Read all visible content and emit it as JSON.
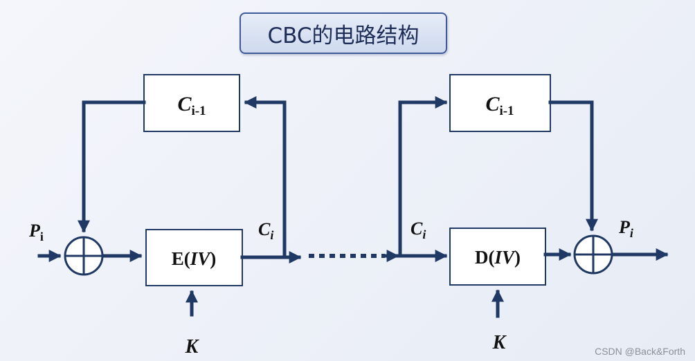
{
  "title": "CBC的电路结构",
  "encrypt": {
    "register": {
      "main": "C",
      "sub": "i-1"
    },
    "cipher": {
      "prefix": "E(",
      "iv": "IV",
      "suffix": ")"
    },
    "input": {
      "main": "P",
      "sub": "i"
    },
    "output": {
      "main": "C",
      "sub": "i"
    },
    "key": "K"
  },
  "decrypt": {
    "register": {
      "main": "C",
      "sub": "i-1"
    },
    "cipher": {
      "prefix": "D(",
      "iv": "IV",
      "suffix": ")"
    },
    "input": {
      "main": "C",
      "sub": "i"
    },
    "output": {
      "main": "P",
      "sub": "i"
    },
    "key": "K"
  },
  "watermark": "CSDN @Back&Forth",
  "colors": {
    "wire": "#1f3864",
    "title_border": "#3e5a97"
  }
}
